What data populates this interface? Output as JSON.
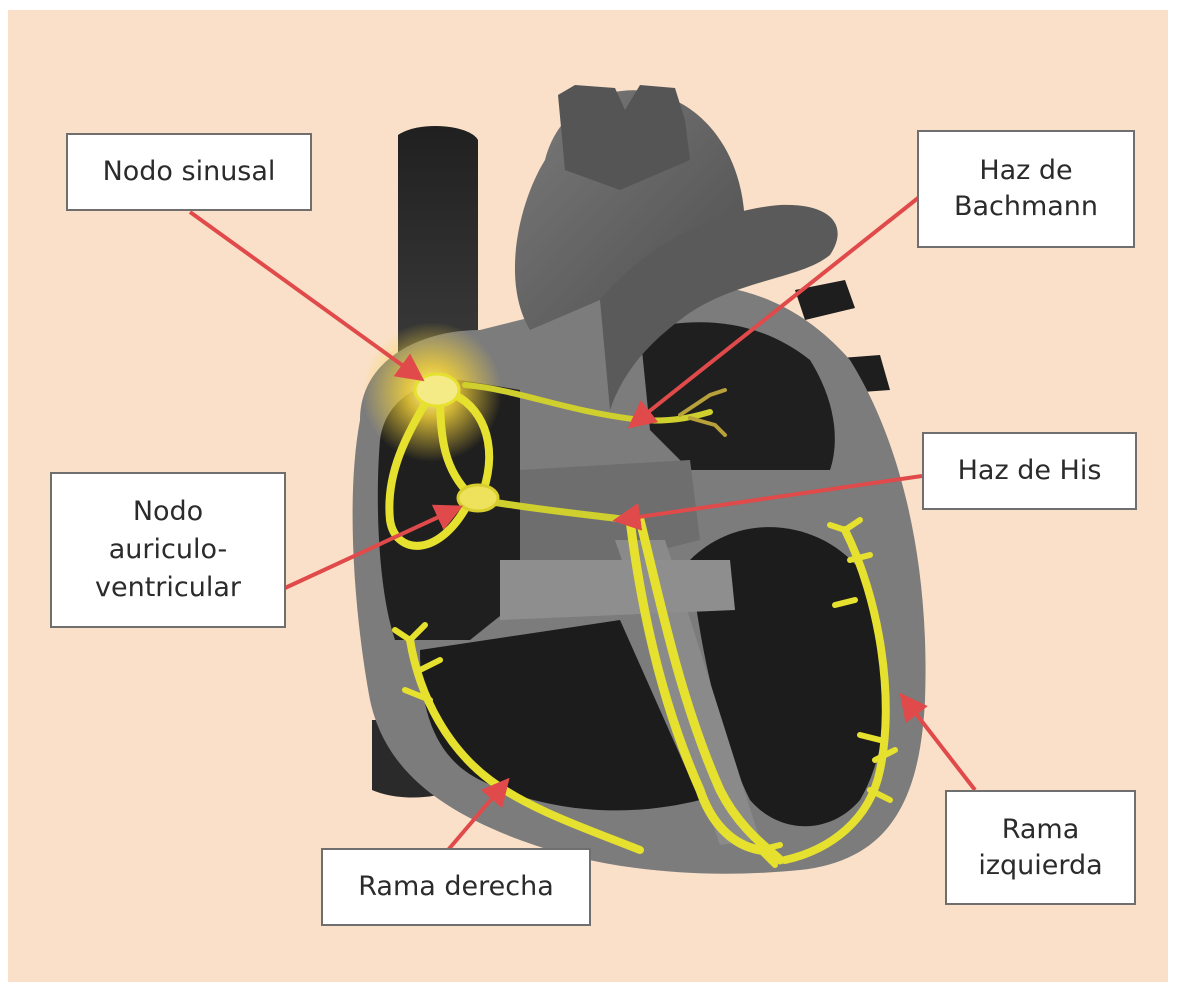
{
  "colors": {
    "background": "#fae0c8",
    "heart_dark": "#242424",
    "heart_mid": "#5c5c5c",
    "heart_light": "#8a8a8a",
    "conduction": "#e6e12e",
    "glow": "#f4d23a",
    "arrow": "#e04a4a",
    "label_border": "#6f6f6f"
  },
  "labels": {
    "sinus_node": "Nodo sinusal",
    "bachmann_line1": "Haz de",
    "bachmann_line2": "Bachmann",
    "av_node_line1": "Nodo",
    "av_node_line2": "auriculo-",
    "av_node_line3": "ventricular",
    "his_bundle": "Haz de His",
    "right_branch": "Rama derecha",
    "left_branch_line1": "Rama",
    "left_branch_line2": "izquierda"
  }
}
